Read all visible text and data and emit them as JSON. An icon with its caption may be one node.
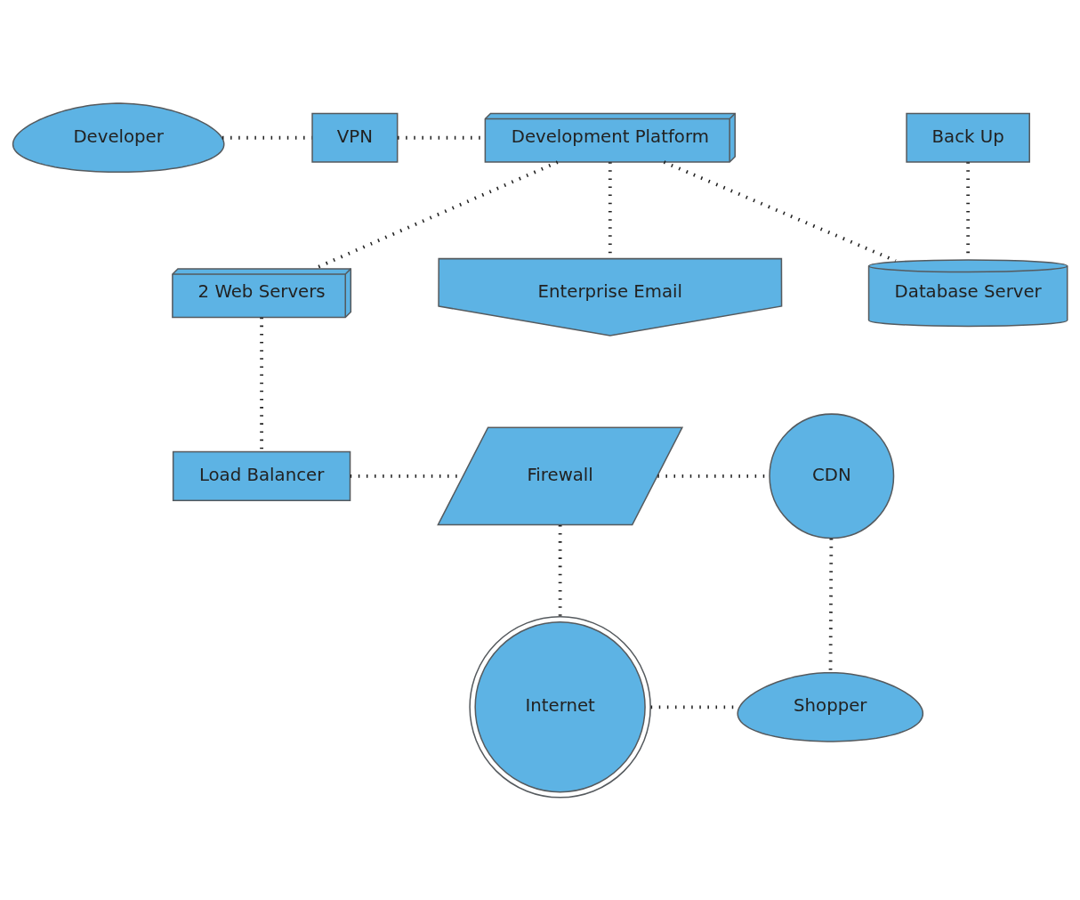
{
  "diagram": {
    "nodes": [
      {
        "text": [
          "Developer"
        ]
      },
      {
        "text": [
          "VPN"
        ]
      },
      {
        "text": [
          "Development Platform"
        ]
      },
      {
        "text": [
          "Back Up"
        ]
      },
      {
        "text": [
          "2 Web Servers"
        ]
      },
      {
        "text": [
          "Database Server"
        ]
      },
      {
        "text": [
          "Enterprise Email"
        ]
      },
      {
        "text": [
          "Load Balancer"
        ]
      },
      {
        "text": [
          "Firewall"
        ]
      },
      {
        "text": [
          "CDN"
        ]
      },
      {
        "text": [
          "Internet"
        ]
      },
      {
        "text": [
          "Shopper"
        ]
      }
    ],
    "edges": [
      {
        "from": 0,
        "to": 1,
        "arrow": "none"
      },
      {
        "from": 1,
        "to": 2,
        "arrow": "none"
      },
      {
        "from": 2,
        "to": 4,
        "arrow": "none"
      },
      {
        "from": 2,
        "to": 5,
        "arrow": "none"
      },
      {
        "from": 2,
        "to": 6,
        "arrow": "none"
      },
      {
        "from": 3,
        "to": 5,
        "arrow": "none"
      },
      {
        "from": 4,
        "to": 7,
        "arrow": "none"
      },
      {
        "from": 7,
        "to": 8,
        "arrow": "none"
      },
      {
        "from": 8,
        "to": 9,
        "arrow": "none"
      },
      {
        "from": 8,
        "to": 10,
        "arrow": "none"
      },
      {
        "from": 9,
        "to": 11,
        "arrow": "none"
      },
      {
        "from": 10,
        "to": 11,
        "arrow": "none"
      }
    ]
  }
}
